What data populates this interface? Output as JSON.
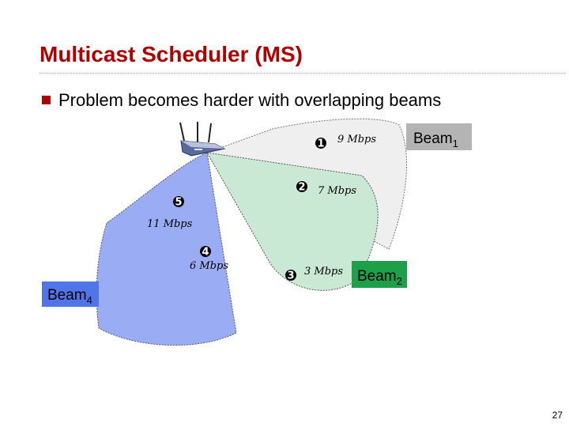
{
  "slide": {
    "title": "Multicast Scheduler (MS)",
    "bullet": "Problem becomes harder with overlapping beams",
    "page_number": "27"
  },
  "colors": {
    "title": "#b00000",
    "beam1_fill": "#efefef",
    "beam2_fill": "#c9e9d5",
    "beam4_fill": "#9aacf3",
    "beam1_label_bg": "#b4b4b4",
    "beam2_label_bg": "#1ea04a",
    "beam4_label_bg": "#4f75e8"
  },
  "beams": {
    "beam1": {
      "name": "Beam",
      "sub": "1"
    },
    "beam2": {
      "name": "Beam",
      "sub": "2"
    },
    "beam4": {
      "name": "Beam",
      "sub": "4"
    }
  },
  "users": [
    {
      "number": "1",
      "rate": "9 Mbps"
    },
    {
      "number": "2",
      "rate": "7 Mbps"
    },
    {
      "number": "3",
      "rate": "3 Mbps"
    },
    {
      "number": "4",
      "rate": "6 Mbps"
    },
    {
      "number": "5",
      "rate": "11 Mbps"
    }
  ],
  "icons": {
    "access_point": "wireless-router-icon"
  }
}
